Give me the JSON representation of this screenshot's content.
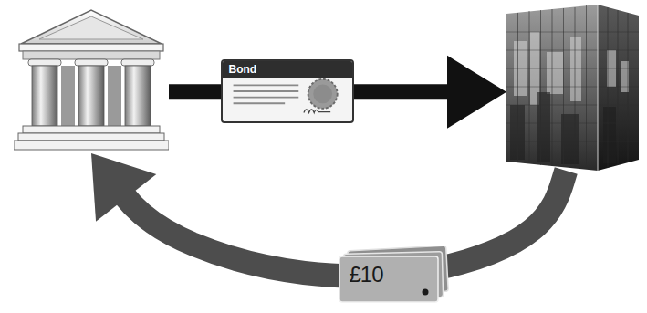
{
  "diagram": {
    "nodes": [
      {
        "text": []
      },
      {
        "text": []
      }
    ],
    "edges": [
      {
        "from": 0,
        "to": 1,
        "arrow": "to",
        "label": "Bond"
      },
      {
        "from": 1,
        "to": 0,
        "arrow": "to",
        "label": "£10"
      }
    ]
  }
}
